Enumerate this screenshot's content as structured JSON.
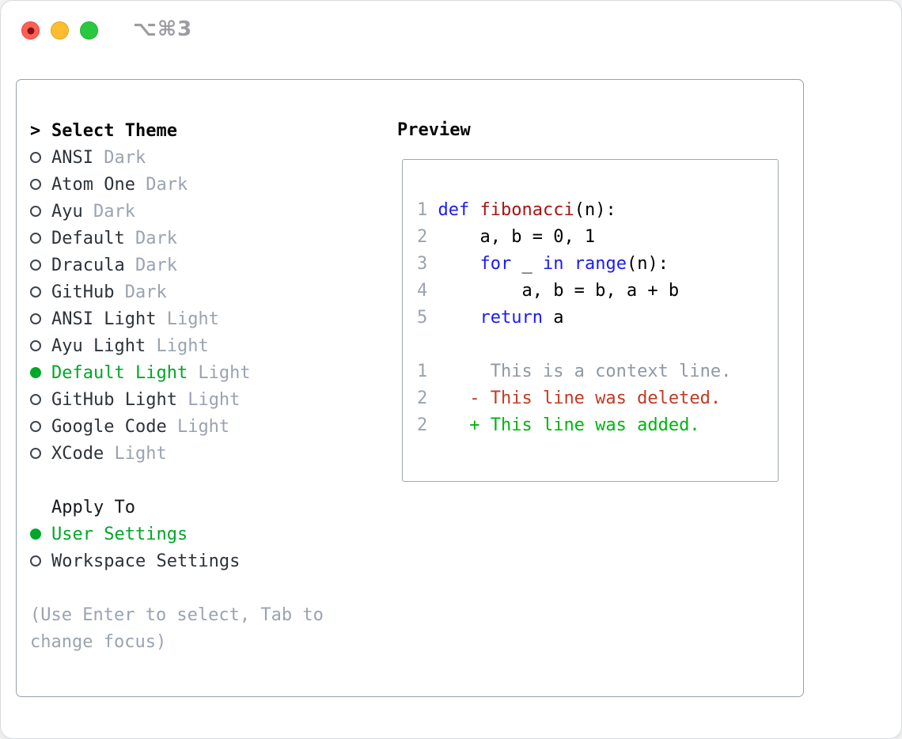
{
  "window": {
    "title": "⌥⌘3"
  },
  "titlebar_buttons": [
    {
      "name": "close-button",
      "color": "#ff5f57",
      "has_inner_dot": true
    },
    {
      "name": "minimize-button",
      "color": "#febc2f",
      "has_inner_dot": false
    },
    {
      "name": "zoom-button",
      "color": "#2ac840",
      "has_inner_dot": false
    }
  ],
  "theme_picker": {
    "header_prefix": ">",
    "header": "Select Theme",
    "items": [
      {
        "name": "ANSI",
        "variant": "Dark",
        "selected": false
      },
      {
        "name": "Atom One",
        "variant": "Dark",
        "selected": false
      },
      {
        "name": "Ayu",
        "variant": "Dark",
        "selected": false
      },
      {
        "name": "Default",
        "variant": "Dark",
        "selected": false
      },
      {
        "name": "Dracula",
        "variant": "Dark",
        "selected": false
      },
      {
        "name": "GitHub",
        "variant": "Dark",
        "selected": false
      },
      {
        "name": "ANSI Light",
        "variant": "Light",
        "selected": false
      },
      {
        "name": "Ayu Light",
        "variant": "Light",
        "selected": false
      },
      {
        "name": "Default Light",
        "variant": "Light",
        "selected": true
      },
      {
        "name": "GitHub Light",
        "variant": "Light",
        "selected": false
      },
      {
        "name": "Google Code",
        "variant": "Light",
        "selected": false
      },
      {
        "name": "XCode",
        "variant": "Light",
        "selected": false
      }
    ]
  },
  "apply_to": {
    "header": "Apply To",
    "options": [
      {
        "name": "User Settings",
        "selected": true
      },
      {
        "name": "Workspace Settings",
        "selected": false
      }
    ]
  },
  "hint_lines": [
    "(Use Enter to select, Tab to",
    "change focus)"
  ],
  "preview": {
    "header": "Preview",
    "lines": [
      {
        "name": "code-line-1",
        "segs": [
          {
            "t": "1 ",
            "c": "num"
          },
          {
            "t": "def",
            "c": "kw"
          },
          {
            "t": " ",
            "c": "pl"
          },
          {
            "t": "fibonacci",
            "c": "fn"
          },
          {
            "t": "(n):",
            "c": "pl"
          }
        ]
      },
      {
        "name": "code-line-2",
        "segs": [
          {
            "t": "2 ",
            "c": "num"
          },
          {
            "t": "    a, b = 0, 1",
            "c": "pl"
          }
        ]
      },
      {
        "name": "code-line-3",
        "segs": [
          {
            "t": "3 ",
            "c": "num"
          },
          {
            "t": "    ",
            "c": "pl"
          },
          {
            "t": "for",
            "c": "kw"
          },
          {
            "t": " _ ",
            "c": "pl"
          },
          {
            "t": "in",
            "c": "kw"
          },
          {
            "t": " ",
            "c": "pl"
          },
          {
            "t": "range",
            "c": "kw"
          },
          {
            "t": "(n):",
            "c": "pl"
          }
        ]
      },
      {
        "name": "code-line-4",
        "segs": [
          {
            "t": "4 ",
            "c": "num"
          },
          {
            "t": "        a, b = b, a + b",
            "c": "pl"
          }
        ]
      },
      {
        "name": "code-line-5",
        "segs": [
          {
            "t": "5 ",
            "c": "num"
          },
          {
            "t": "    ",
            "c": "pl"
          },
          {
            "t": "return",
            "c": "kw"
          },
          {
            "t": " a",
            "c": "pl"
          }
        ]
      },
      {
        "name": "blank-line",
        "segs": []
      },
      {
        "name": "diff-context-line",
        "segs": [
          {
            "t": "1 ",
            "c": "num"
          },
          {
            "t": "     This is a context line.",
            "c": "ctx"
          }
        ]
      },
      {
        "name": "diff-deleted-line",
        "segs": [
          {
            "t": "2 ",
            "c": "num"
          },
          {
            "t": "   - This line was deleted.",
            "c": "del"
          }
        ]
      },
      {
        "name": "diff-added-line",
        "segs": [
          {
            "t": "2 ",
            "c": "num"
          },
          {
            "t": "   + This line was added.",
            "c": "add"
          }
        ]
      }
    ]
  },
  "colors": {
    "selection_green": "#00a728",
    "diff_added_green": "#00b40e",
    "diff_deleted_red": "#c23a24",
    "keyword_blue": "#1b1bf2",
    "function_red": "#a31515",
    "dim_gray": "#9aa3b0",
    "text_dark": "#2d333a",
    "border_gray": "#98a1ac",
    "traffic_red": "#ff5f57",
    "traffic_yellow": "#febc2f",
    "traffic_green": "#2ac840"
  }
}
